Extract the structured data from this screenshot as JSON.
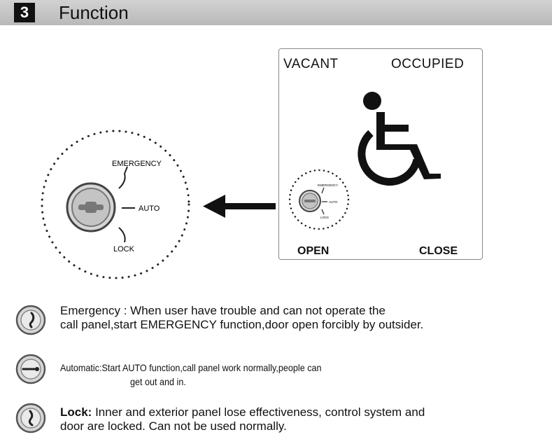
{
  "header": {
    "number": "3",
    "title": "Function"
  },
  "panel": {
    "top_left": "VACANT",
    "top_right": "OCCUPIED",
    "bottom_left": "OPEN",
    "bottom_right": "CLOSE"
  },
  "dial": {
    "emergency": "EMERGENCY",
    "auto": "AUTO",
    "lock": "LOCK"
  },
  "legend": {
    "emergency_line1": "Emergency : When user have trouble and can not operate the",
    "emergency_line2": "call panel,start EMERGENCY function,door open forcibly by outsider.",
    "auto_line1": "Automatic:Start AUTO function,call panel work normally,people can",
    "auto_line2": "get out and in.",
    "lock_bold": "Lock:",
    "lock_line1": " Inner and exterior panel lose effectiveness, control system and",
    "lock_line2": "door are locked. Can not be used normally."
  },
  "icons": [
    "wheelchair-icon",
    "left-arrow-icon",
    "key-dial-icon",
    "emergency-mode-icon",
    "auto-mode-icon",
    "lock-mode-icon"
  ]
}
